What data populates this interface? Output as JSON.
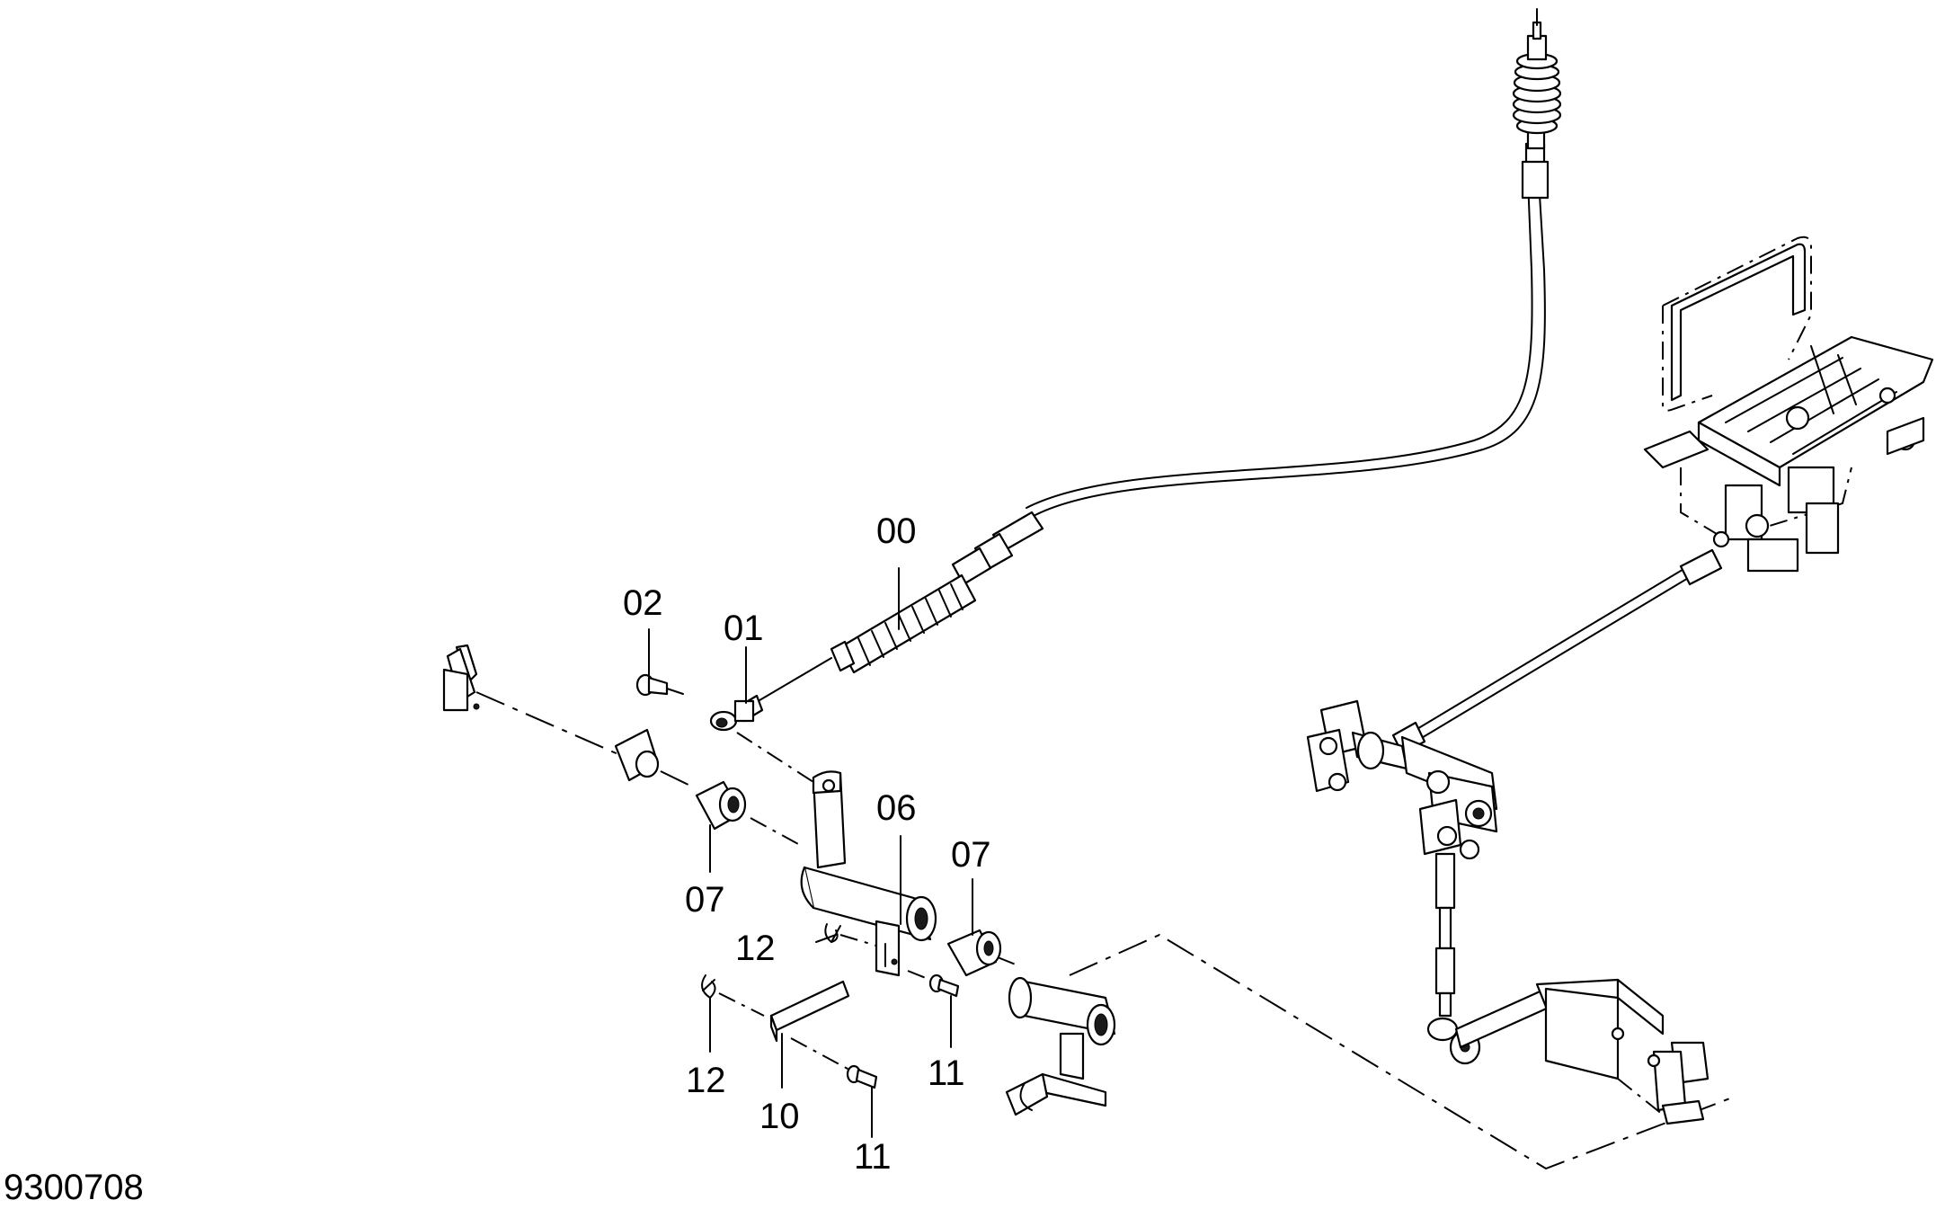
{
  "drawing": {
    "reference": "9300708"
  },
  "labels": {
    "cable": "00",
    "clevis": "01",
    "pin_02": "02",
    "lever": "06",
    "bushing_left": "07",
    "bushing_right": "07",
    "plate": "10",
    "pin_11_upper": "11",
    "pin_11_lower": "11",
    "clip_12_upper": "12",
    "clip_12_lower": "12"
  },
  "colors": {
    "line": "#000000",
    "background": "#ffffff"
  }
}
